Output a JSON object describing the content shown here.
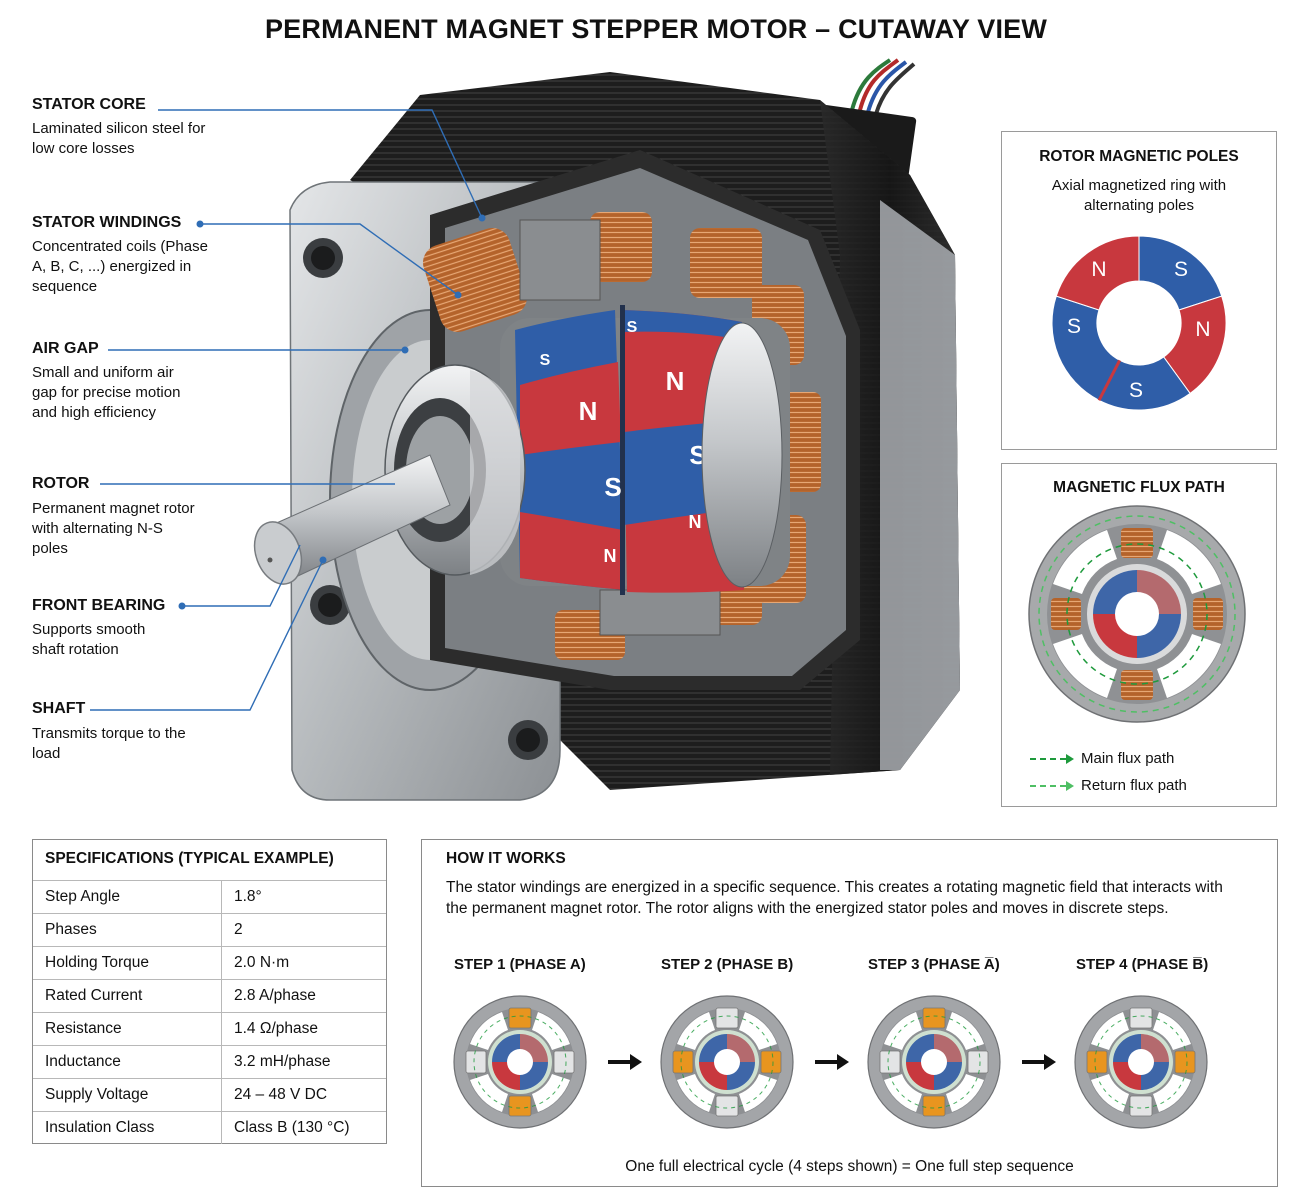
{
  "title": "PERMANENT MAGNET STEPPER MOTOR – CUTAWAY VIEW",
  "callouts": [
    {
      "heading": "STATOR CORE",
      "desc": "Laminated silicon steel for low core losses"
    },
    {
      "heading": "STATOR WINDINGS",
      "desc": "Concentrated coils (Phase A, B, C, ...) energized in sequence"
    },
    {
      "heading": "AIR GAP",
      "desc": "Small and uniform air gap for precise motion and high efficiency"
    },
    {
      "heading": "ROTOR",
      "desc": "Permanent magnet rotor with alternating N-S poles"
    },
    {
      "heading": "FRONT BEARING",
      "desc": "Supports smooth shaft rotation"
    },
    {
      "heading": "SHAFT",
      "desc": "Transmits torque to the load"
    }
  ],
  "rotor_poles": {
    "heading": "ROTOR MAGNETIC POLES",
    "subtitle": "Axial magnetized ring with alternating poles",
    "labels": [
      "N",
      "S",
      "N",
      "S",
      "S"
    ]
  },
  "flux_path": {
    "heading": "MAGNETIC FLUX PATH",
    "legend_main": "Main flux path",
    "legend_return": "Return flux path"
  },
  "specs": {
    "heading": "SPECIFICATIONS (TYPICAL EXAMPLE)",
    "rows": [
      {
        "name": "Step Angle",
        "value": "1.8°"
      },
      {
        "name": "Phases",
        "value": "2"
      },
      {
        "name": "Holding Torque",
        "value": "2.0 N·m"
      },
      {
        "name": "Rated Current",
        "value": "2.8 A/phase"
      },
      {
        "name": "Resistance",
        "value": "1.4 Ω/phase"
      },
      {
        "name": "Inductance",
        "value": "3.2 mH/phase"
      },
      {
        "name": "Supply Voltage",
        "value": "24 – 48 V DC"
      },
      {
        "name": "Insulation Class",
        "value": "Class B (130 °C)"
      }
    ]
  },
  "how": {
    "heading": "HOW IT WORKS",
    "text": "The stator windings are energized in a specific sequence. This creates a rotating magnetic field that interacts with the permanent magnet rotor. The rotor aligns with the energized stator poles and moves in discrete steps.",
    "steps": [
      "STEP 1 (PHASE A)",
      "STEP 2 (PHASE B)",
      "STEP 3 (PHASE A̅)",
      "STEP 4 (PHASE B̅)"
    ],
    "footer": "One full electrical cycle (4 steps shown) = One full step sequence"
  },
  "motor": {
    "rotor_labels": [
      "S",
      "S",
      "N",
      "N",
      "S",
      "S",
      "N",
      "N"
    ]
  },
  "colors": {
    "north": "#c8383e",
    "south": "#2f5ea8",
    "copper": "#b8672f",
    "leader": "#2f6db5",
    "flux": "#1e9a3c"
  }
}
